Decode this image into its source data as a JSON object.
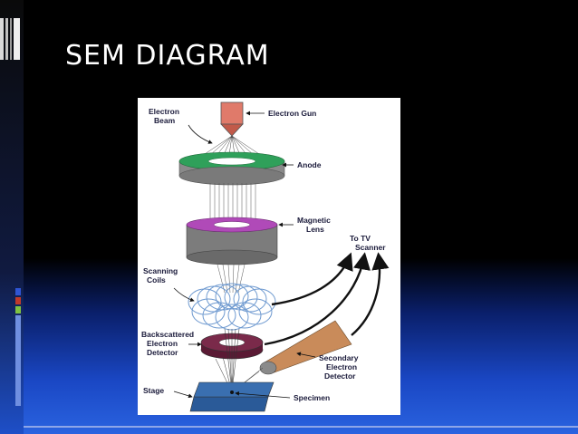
{
  "slide": {
    "title": "SEM DIAGRAM"
  },
  "diagram": {
    "labels": {
      "electron_beam": [
        "Electron",
        "Beam"
      ],
      "electron_gun": "Electron Gun",
      "anode": "Anode",
      "magnetic_lens": [
        "Magnetic",
        "Lens"
      ],
      "to_tv_scanner": [
        "To TV",
        "Scanner"
      ],
      "scanning_coils": [
        "Scanning",
        "Coils"
      ],
      "backscattered_detector": [
        "Backscattered",
        "Electron",
        "Detector"
      ],
      "secondary_detector": [
        "Secondary",
        "Electron",
        "Detector"
      ],
      "stage": "Stage",
      "specimen": "Specimen"
    }
  },
  "colors": {
    "gun": "#e07a6a",
    "anode_top": "#2fa05a",
    "anode_side": "#8a8a8a",
    "lens_top": "#b04ab8",
    "lens_side": "#7c7c7c",
    "bse_ring": "#7a2a4a",
    "secondary_cone": "#c98b5a",
    "stage_top": "#3a6fb0",
    "coil": "#6f9ad0"
  }
}
